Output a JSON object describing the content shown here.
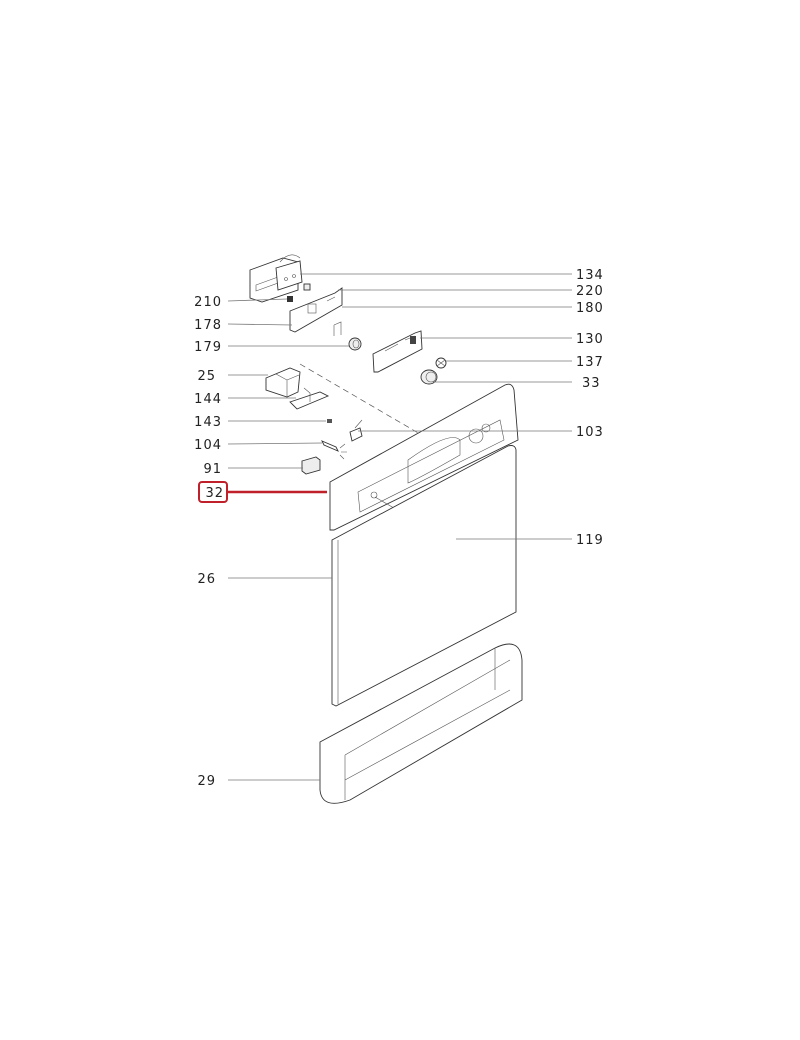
{
  "diagram": {
    "highlight_color": "#c0202a",
    "callouts_left": [
      {
        "id": "210",
        "label": "210"
      },
      {
        "id": "178",
        "label": "178"
      },
      {
        "id": "179",
        "label": "179"
      },
      {
        "id": "25",
        "label": "25"
      },
      {
        "id": "144",
        "label": "144"
      },
      {
        "id": "143",
        "label": "143"
      },
      {
        "id": "104",
        "label": "104"
      },
      {
        "id": "91",
        "label": "91"
      },
      {
        "id": "32",
        "label": "32",
        "highlighted": true
      },
      {
        "id": "26",
        "label": "26"
      },
      {
        "id": "29",
        "label": "29"
      }
    ],
    "callouts_right": [
      {
        "id": "134",
        "label": "134"
      },
      {
        "id": "220",
        "label": "220"
      },
      {
        "id": "180",
        "label": "180"
      },
      {
        "id": "130",
        "label": "130"
      },
      {
        "id": "137",
        "label": "137"
      },
      {
        "id": "33",
        "label": "33"
      },
      {
        "id": "103",
        "label": "103"
      },
      {
        "id": "119",
        "label": "119"
      }
    ]
  }
}
